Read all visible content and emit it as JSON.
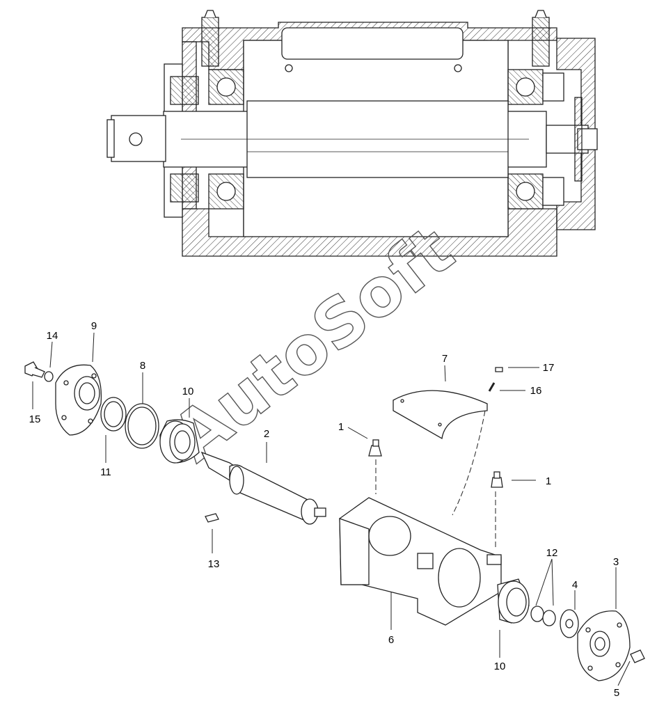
{
  "watermark": "AutoSoft",
  "callouts": [
    {
      "id": "c1a",
      "label": "1"
    },
    {
      "id": "c1b",
      "label": "1"
    },
    {
      "id": "c2",
      "label": "2"
    },
    {
      "id": "c3",
      "label": "3"
    },
    {
      "id": "c4",
      "label": "4"
    },
    {
      "id": "c5",
      "label": "5"
    },
    {
      "id": "c6",
      "label": "6"
    },
    {
      "id": "c7",
      "label": "7"
    },
    {
      "id": "c8",
      "label": "8"
    },
    {
      "id": "c9",
      "label": "9"
    },
    {
      "id": "c10a",
      "label": "10"
    },
    {
      "id": "c10b",
      "label": "10"
    },
    {
      "id": "c11",
      "label": "11"
    },
    {
      "id": "c12",
      "label": "12"
    },
    {
      "id": "c13",
      "label": "13"
    },
    {
      "id": "c14",
      "label": "14"
    },
    {
      "id": "c15",
      "label": "15"
    },
    {
      "id": "c16",
      "label": "16"
    },
    {
      "id": "c17",
      "label": "17"
    }
  ]
}
